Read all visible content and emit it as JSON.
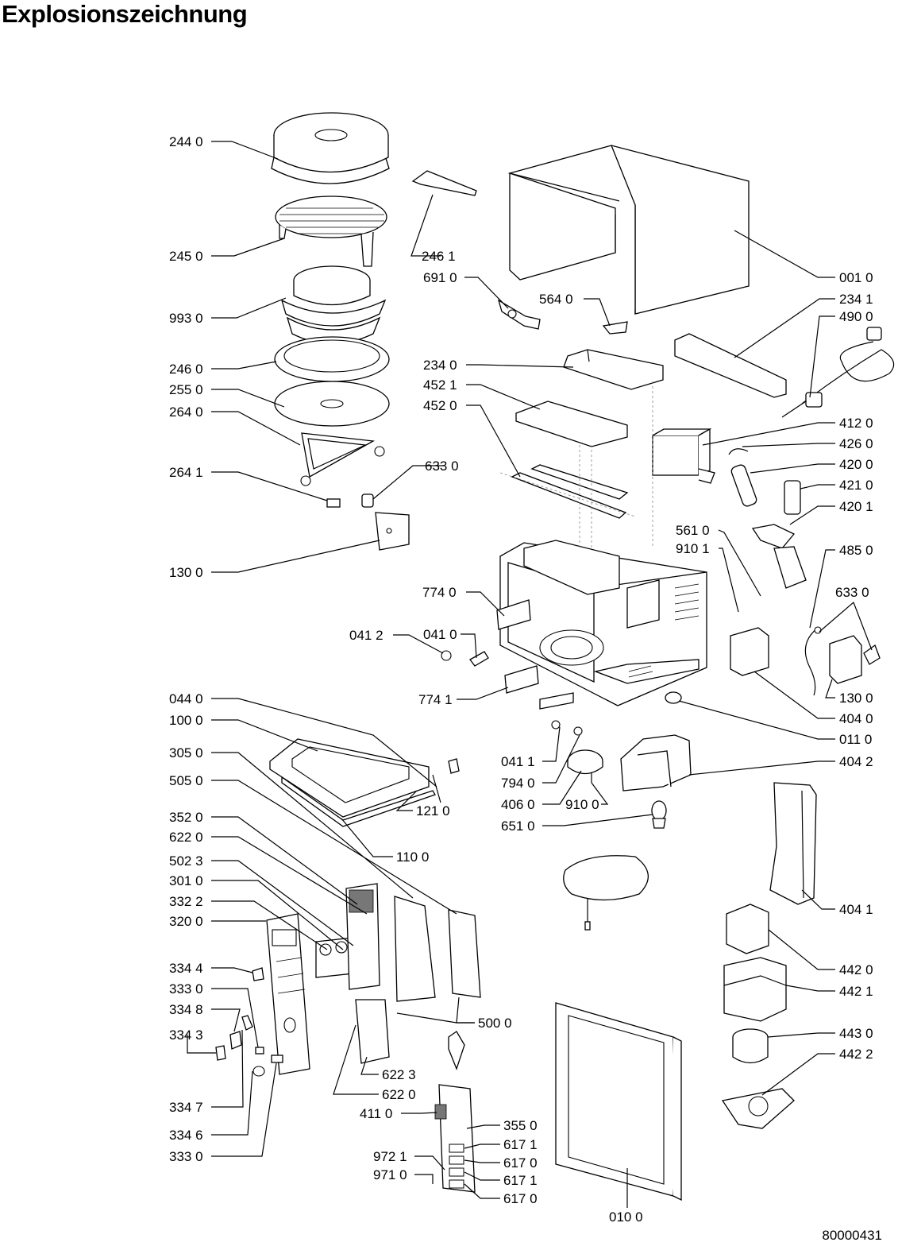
{
  "title": "Explosionszeichnung",
  "document_number": "80000431",
  "parts": [
    {
      "id": "p2440",
      "label": "244 0"
    },
    {
      "id": "p2450",
      "label": "245 0"
    },
    {
      "id": "p2461",
      "label": "246 1"
    },
    {
      "id": "p6910",
      "label": "691 0"
    },
    {
      "id": "p5640",
      "label": "564 0"
    },
    {
      "id": "p0010",
      "label": "001 0"
    },
    {
      "id": "p2341",
      "label": "234 1"
    },
    {
      "id": "p4900",
      "label": "490 0"
    },
    {
      "id": "p9930",
      "label": "993 0"
    },
    {
      "id": "p2460",
      "label": "246 0"
    },
    {
      "id": "p2550",
      "label": "255 0"
    },
    {
      "id": "p2640",
      "label": "264 0"
    },
    {
      "id": "p2340",
      "label": "234 0"
    },
    {
      "id": "p4521",
      "label": "452 1"
    },
    {
      "id": "p4520",
      "label": "452 0"
    },
    {
      "id": "p4120",
      "label": "412 0"
    },
    {
      "id": "p4260",
      "label": "426 0"
    },
    {
      "id": "p4200",
      "label": "420 0"
    },
    {
      "id": "p4210",
      "label": "421 0"
    },
    {
      "id": "p4201",
      "label": "420 1"
    },
    {
      "id": "p2641",
      "label": "264 1"
    },
    {
      "id": "p6330a",
      "label": "633 0"
    },
    {
      "id": "p5610",
      "label": "561 0"
    },
    {
      "id": "p9101",
      "label": "910 1"
    },
    {
      "id": "p4850",
      "label": "485 0"
    },
    {
      "id": "p1300a",
      "label": "130 0"
    },
    {
      "id": "p7740",
      "label": "774 0"
    },
    {
      "id": "p6330b",
      "label": "633 0"
    },
    {
      "id": "p0412",
      "label": "041 2"
    },
    {
      "id": "p0410",
      "label": "041 0"
    },
    {
      "id": "p7741",
      "label": "774 1"
    },
    {
      "id": "p1300b",
      "label": "130 0"
    },
    {
      "id": "p0440",
      "label": "044 0"
    },
    {
      "id": "p1000",
      "label": "100 0"
    },
    {
      "id": "p4040",
      "label": "404 0"
    },
    {
      "id": "p0110",
      "label": "011 0"
    },
    {
      "id": "p3050",
      "label": "305 0"
    },
    {
      "id": "p0411",
      "label": "041 1"
    },
    {
      "id": "p7940",
      "label": "794 0"
    },
    {
      "id": "p4042",
      "label": "404 2"
    },
    {
      "id": "p5050",
      "label": "505 0"
    },
    {
      "id": "p4060",
      "label": "406 0"
    },
    {
      "id": "p9100",
      "label": "910 0"
    },
    {
      "id": "p1210",
      "label": "121 0"
    },
    {
      "id": "p6510",
      "label": "651 0"
    },
    {
      "id": "p3520",
      "label": "352 0"
    },
    {
      "id": "p6220a",
      "label": "622 0"
    },
    {
      "id": "p1100",
      "label": "110 0"
    },
    {
      "id": "p5023",
      "label": "502 3"
    },
    {
      "id": "p3010",
      "label": "301 0"
    },
    {
      "id": "p3322",
      "label": "332 2"
    },
    {
      "id": "p3200",
      "label": "320 0"
    },
    {
      "id": "p4041",
      "label": "404 1"
    },
    {
      "id": "p3344",
      "label": "334 4"
    },
    {
      "id": "p4420",
      "label": "442 0"
    },
    {
      "id": "p3330a",
      "label": "333 0"
    },
    {
      "id": "p4421",
      "label": "442 1"
    },
    {
      "id": "p3348",
      "label": "334 8"
    },
    {
      "id": "p5000",
      "label": "500 0"
    },
    {
      "id": "p3343",
      "label": "334 3"
    },
    {
      "id": "p4430",
      "label": "443 0"
    },
    {
      "id": "p4422",
      "label": "442 2"
    },
    {
      "id": "p6223",
      "label": "622 3"
    },
    {
      "id": "p6220b",
      "label": "622 0"
    },
    {
      "id": "p3347",
      "label": "334 7"
    },
    {
      "id": "p4110",
      "label": "411 0"
    },
    {
      "id": "p3550",
      "label": "355 0"
    },
    {
      "id": "p3346",
      "label": "334 6"
    },
    {
      "id": "p6171a",
      "label": "617 1"
    },
    {
      "id": "p3330b",
      "label": "333 0"
    },
    {
      "id": "p6170a",
      "label": "617 0"
    },
    {
      "id": "p9721",
      "label": "972 1"
    },
    {
      "id": "p6171b",
      "label": "617 1"
    },
    {
      "id": "p9710",
      "label": "971 0"
    },
    {
      "id": "p6170b",
      "label": "617 0"
    },
    {
      "id": "p0100",
      "label": "010 0"
    }
  ]
}
